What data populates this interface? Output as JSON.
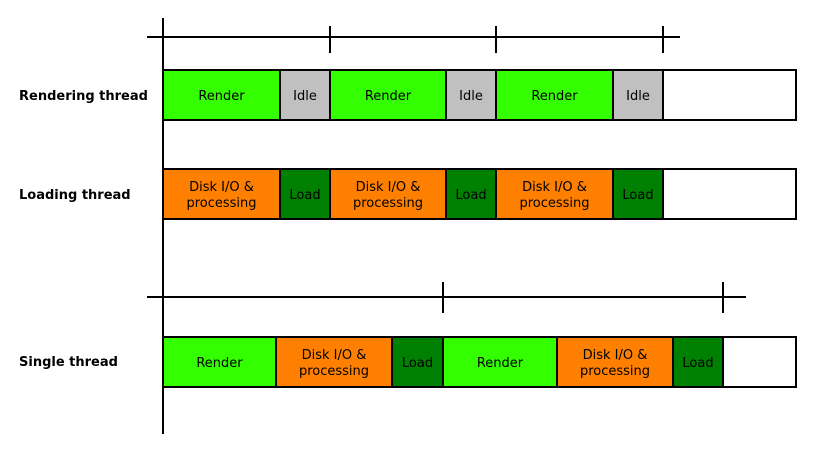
{
  "colors": {
    "render": "#33ff00",
    "idle": "#c0c0c0",
    "disk": "#ff8000",
    "load": "#008000",
    "empty": "#ffffff"
  },
  "rows": [
    {
      "label": "Rendering thread",
      "segments": [
        {
          "kind": "render",
          "text": [
            "Render"
          ]
        },
        {
          "kind": "idle",
          "text": [
            "Idle"
          ]
        },
        {
          "kind": "render",
          "text": [
            "Render"
          ]
        },
        {
          "kind": "idle",
          "text": [
            "Idle"
          ]
        },
        {
          "kind": "render",
          "text": [
            "Render"
          ]
        },
        {
          "kind": "idle",
          "text": [
            "Idle"
          ]
        },
        {
          "kind": "empty",
          "text": []
        }
      ]
    },
    {
      "label": "Loading thread",
      "segments": [
        {
          "kind": "disk",
          "text": [
            "Disk I/O &",
            "processing"
          ]
        },
        {
          "kind": "load",
          "text": [
            "Load"
          ]
        },
        {
          "kind": "disk",
          "text": [
            "Disk I/O &",
            "processing"
          ]
        },
        {
          "kind": "load",
          "text": [
            "Load"
          ]
        },
        {
          "kind": "disk",
          "text": [
            "Disk I/O &",
            "processing"
          ]
        },
        {
          "kind": "load",
          "text": [
            "Load"
          ]
        },
        {
          "kind": "empty",
          "text": []
        }
      ]
    },
    {
      "label": "Single thread",
      "segments": [
        {
          "kind": "render",
          "text": [
            "Render"
          ]
        },
        {
          "kind": "disk",
          "text": [
            "Disk I/O &",
            "processing"
          ]
        },
        {
          "kind": "load",
          "text": [
            "Load"
          ]
        },
        {
          "kind": "render",
          "text": [
            "Render"
          ]
        },
        {
          "kind": "disk",
          "text": [
            "Disk I/O &",
            "processing"
          ]
        },
        {
          "kind": "load",
          "text": [
            "Load"
          ]
        },
        {
          "kind": "empty",
          "text": []
        }
      ]
    }
  ]
}
